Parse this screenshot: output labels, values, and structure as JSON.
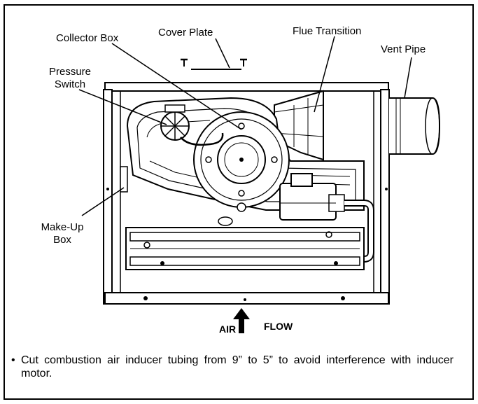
{
  "labels": {
    "collector_box": "Collector Box",
    "cover_plate": "Cover Plate",
    "flue_transition": "Flue Transition",
    "vent_pipe": "Vent Pipe",
    "pressure_switch_line1": "Pressure",
    "pressure_switch_line2": "Switch",
    "make_up_box_line1": "Make-Up",
    "make_up_box_line2": "Box"
  },
  "airflow": {
    "air": "AIR",
    "flow": "FLOW"
  },
  "note": {
    "bullet": "•",
    "text": "Cut combustion air inducer tubing from 9” to 5” to avoid interference with inducer motor."
  },
  "colors": {
    "line": "#000000",
    "background": "#ffffff",
    "shade": "#cfcfcf"
  }
}
